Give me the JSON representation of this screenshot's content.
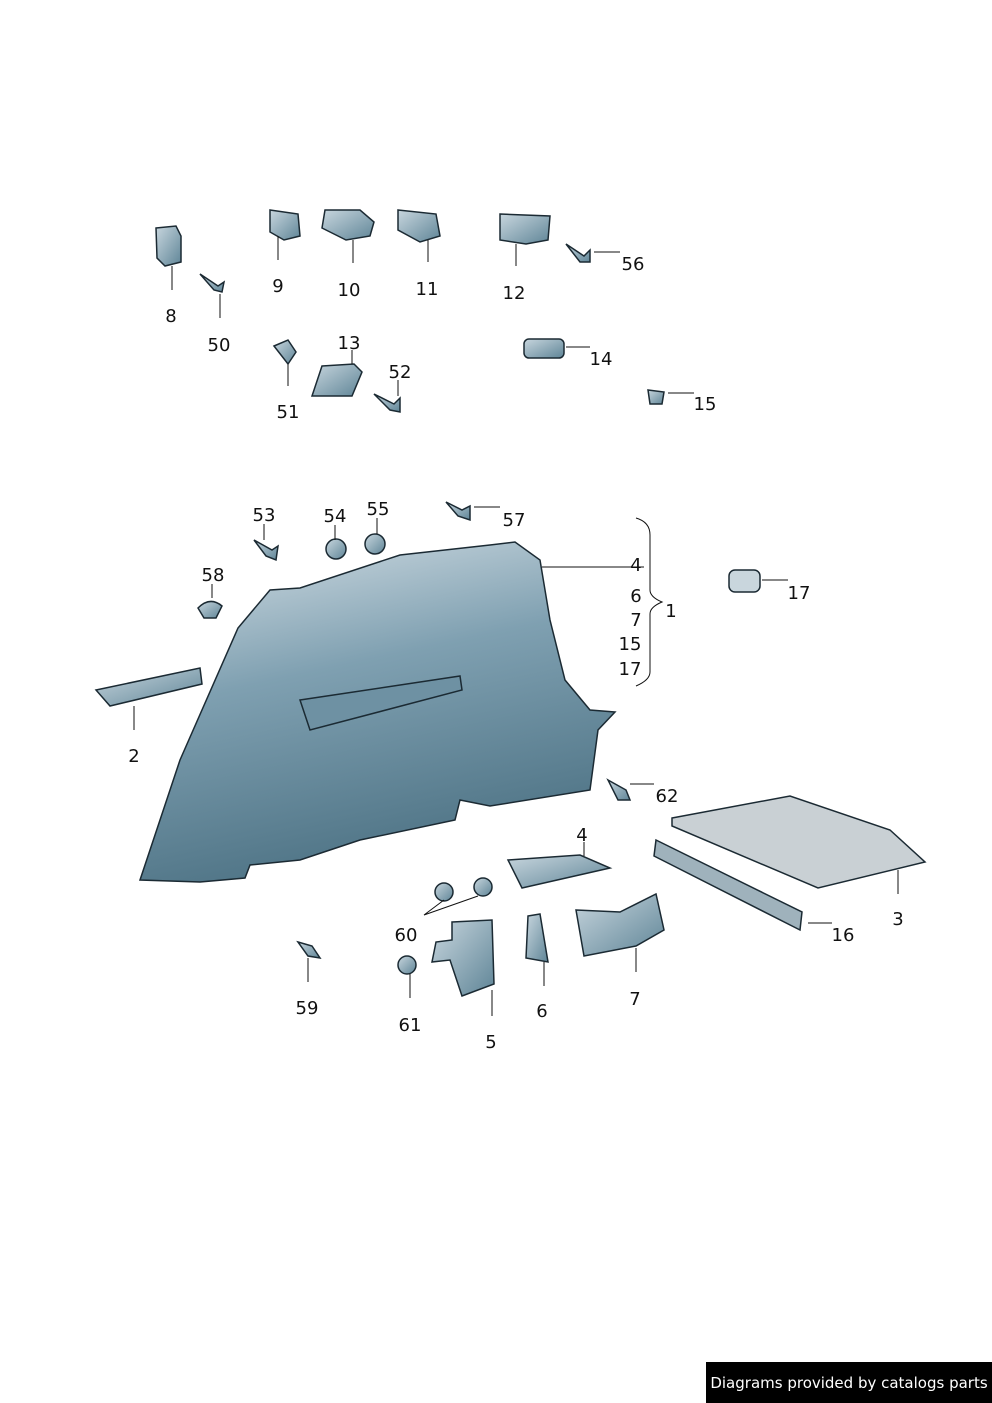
{
  "diagram": {
    "part_labels": [
      "8",
      "50",
      "9",
      "10",
      "11",
      "12",
      "56",
      "13",
      "52",
      "51",
      "14",
      "15",
      "53",
      "54",
      "55",
      "57",
      "58",
      "4",
      "6",
      "7",
      "15",
      "17",
      "1",
      "17",
      "2",
      "62",
      "4",
      "3",
      "16",
      "60",
      "59",
      "61",
      "5",
      "6",
      "7"
    ],
    "colors": {
      "part_fill": "#6f95a8",
      "part_light": "#c9d6dd",
      "outline": "#1b2a33",
      "leader": "#111111"
    }
  },
  "footer": {
    "text": "Diagrams provided by catalogs parts"
  }
}
